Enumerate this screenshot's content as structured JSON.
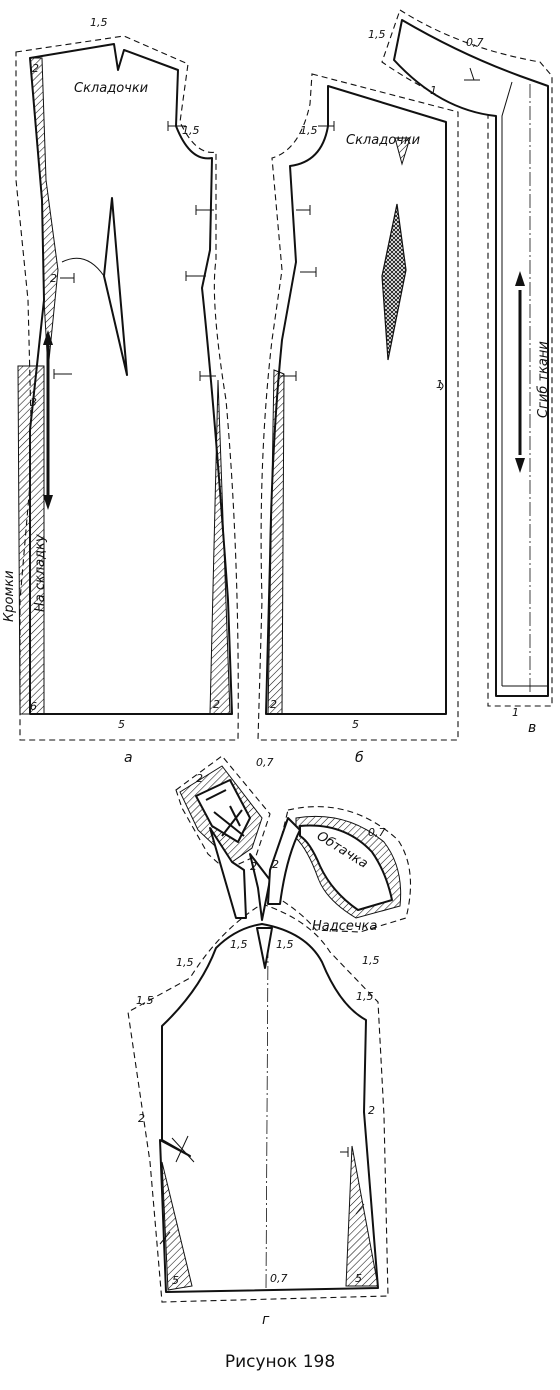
{
  "caption": "Рисунок 198",
  "panels": {
    "a": {
      "letter": "а",
      "labels": {
        "folds": "Складочки",
        "selvedge": "Кромки",
        "on_fold": "На складку",
        "top_allowance": "1,5",
        "armhole_allowance": "1,5",
        "dart_allowance": "2",
        "side_allowance": "3",
        "corner_top": "2",
        "corner_bottom_left": "6",
        "corner_bottom_right": "2",
        "hem_allowance": "5"
      }
    },
    "b": {
      "letter": "б",
      "labels": {
        "folds": "Складочки",
        "armhole_allowance": "1,5",
        "side_allowance": "1",
        "corner_bottom_left": "2",
        "hem_allowance": "5"
      }
    },
    "v": {
      "letter": "в",
      "labels": {
        "grain": "Сгиб ткани",
        "top_left": "1,5",
        "top_mid": "0,7",
        "neck": "1",
        "bottom": "1"
      }
    },
    "g": {
      "letter": "г",
      "labels": {
        "facing": "Обтачка",
        "notch": "Надсечка",
        "cuff_left": "2",
        "cuff_top": "0,7",
        "cuff_seam": "2",
        "facing_left": "2",
        "facing_top": "0,7",
        "cap_left": "1,5",
        "cap_right": "1,5",
        "shoulder_left": "1,5",
        "shoulder_right": "1,5",
        "under_left": "1,5",
        "under_right": "1,5",
        "side_left": "2",
        "side_right": "2",
        "hem_left": "5",
        "hem_right": "5",
        "hem_bottom": "0,7"
      }
    }
  }
}
